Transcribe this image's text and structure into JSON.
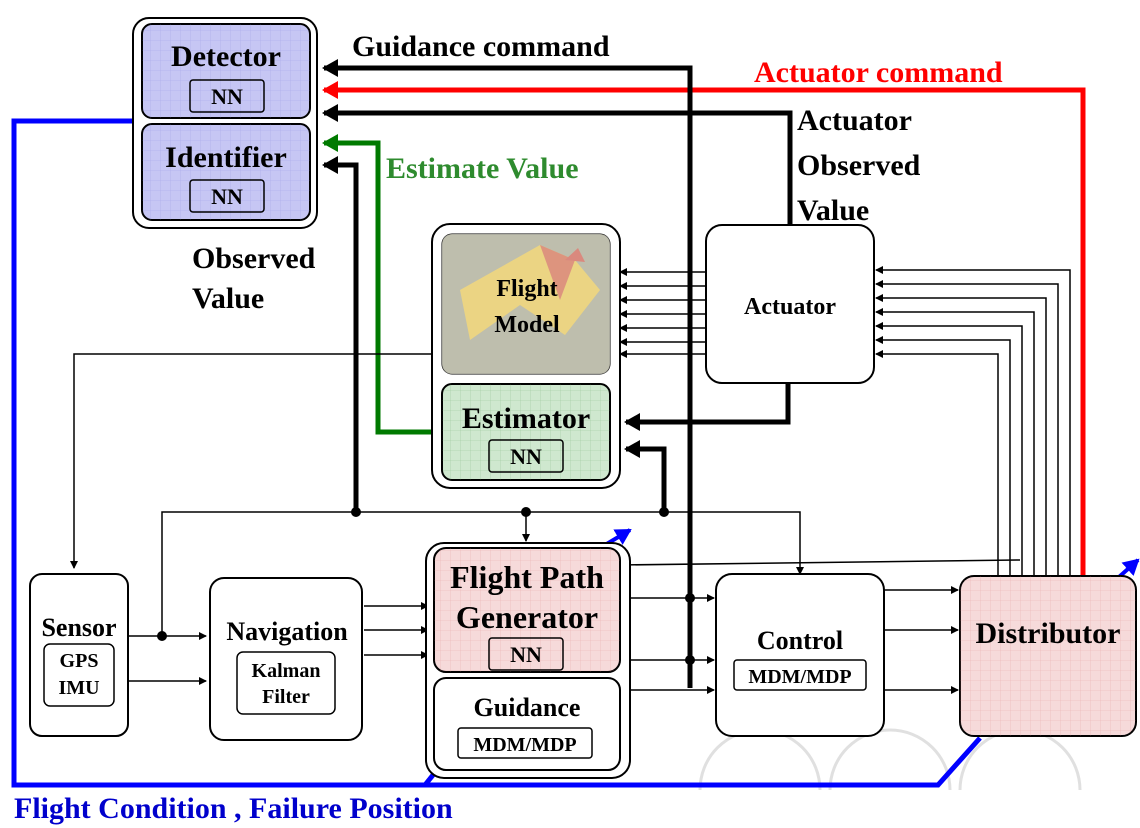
{
  "labels": {
    "guidance_command": "Guidance command",
    "actuator_command": "Actuator command",
    "actuator_observed_1": "Actuator",
    "actuator_observed_2": "Observed",
    "actuator_observed_3": "Value",
    "estimate_value": "Estimate Value",
    "observed_value_1": "Observed",
    "observed_value_2": "Value",
    "footer": "Flight Condition , Failure Position"
  },
  "blocks": {
    "detector": "Detector",
    "detector_nn": "NN",
    "identifier": "Identifier",
    "identifier_nn": "NN",
    "flight_model_1": "Flight",
    "flight_model_2": "Model",
    "estimator": "Estimator",
    "estimator_nn": "NN",
    "actuator": "Actuator",
    "sensor": "Sensor",
    "sensor_sub_1": "GPS",
    "sensor_sub_2": "IMU",
    "navigation": "Navigation",
    "navigation_sub_1": "Kalman",
    "navigation_sub_2": "Filter",
    "fpg_1": "Flight Path",
    "fpg_2": "Generator",
    "fpg_nn": "NN",
    "guidance": "Guidance",
    "guidance_sub": "MDM/MDP",
    "control": "Control",
    "control_sub": "MDM/MDP",
    "distributor": "Distributor"
  },
  "colors": {
    "blue_line": "#0000ff",
    "red_line": "#ff0000",
    "green_line": "#007a00",
    "blue_text": "#0000cc",
    "red_text": "#ff0000",
    "green_text": "#2e8b2e",
    "detector_fill": "#c6c6f4",
    "estimator_fill": "#cfe8cf",
    "pink_fill": "#f6dada"
  }
}
